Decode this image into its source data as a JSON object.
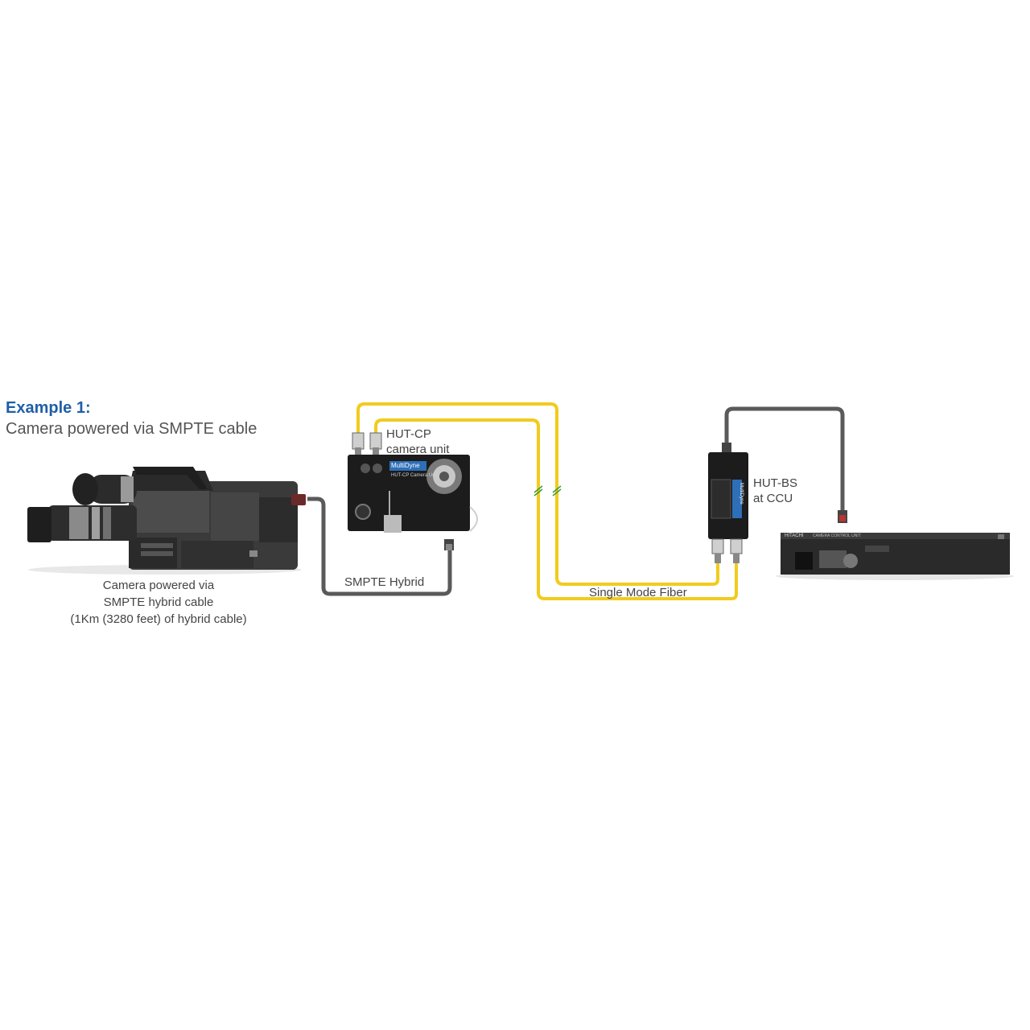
{
  "header": {
    "title": "Example 1:",
    "subtitle": "Camera powered via SMPTE cable"
  },
  "camera": {
    "caption": [
      "Camera powered via",
      "SMPTE hybrid cable",
      "(1Km (3280 feet) of hybrid cable)"
    ]
  },
  "cables": {
    "hybrid_label": "SMPTE Hybrid",
    "fiber_label": "Single Mode Fiber"
  },
  "hut_cp": {
    "label": [
      "HUT-CP",
      "camera unit"
    ],
    "brand": "MultiDyne",
    "model_text": "HUT-CP Camera Unit"
  },
  "hut_bs": {
    "label": [
      "HUT-BS",
      "at CCU"
    ],
    "brand": "MultiDyne"
  },
  "ccu": {
    "brand": "HITACHI",
    "panel_text": "CAMERA CONTROL UNIT"
  },
  "colors": {
    "fiber": "#f2cb1d",
    "hybrid": "#5a5a5a",
    "title": "#1f5fa8",
    "device": "#1c1c1c",
    "brand_badge": "#2e6fb7"
  }
}
